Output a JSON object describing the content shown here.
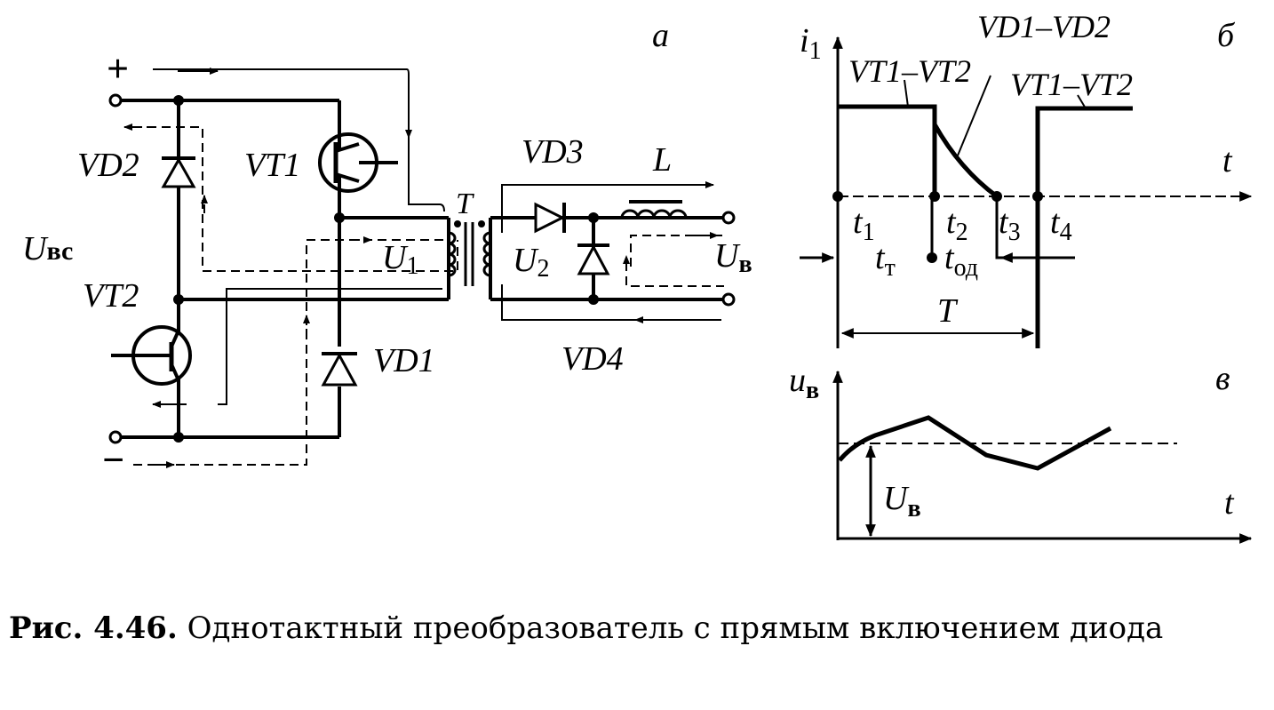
{
  "figure": {
    "panel_a": "a",
    "panel_b": "б",
    "panel_c": "в"
  },
  "circuit": {
    "plus": "+",
    "minus": "−",
    "input_voltage": "U",
    "input_voltage_sub": "вс",
    "vt1": "VT1",
    "vt2": "VT2",
    "vd1": "VD1",
    "vd2": "VD2",
    "vd3": "VD3",
    "vd4": "VD4",
    "transformer": "T",
    "inductor": "L",
    "u1": "U",
    "u1_sub": "1",
    "u2": "U",
    "u2_sub": "2",
    "output_voltage": "U",
    "output_voltage_sub": "в"
  },
  "timing_b": {
    "y_axis": "i",
    "y_axis_sub": "1",
    "x_axis": "t",
    "label_vt_left": "VT1–VT2",
    "label_vd": "VD1–VD2",
    "label_vt_right": "VT1–VT2",
    "t1": "t",
    "t1_sub": "1",
    "t2": "t",
    "t2_sub": "2",
    "t3": "t",
    "t3_sub": "3",
    "t4": "t",
    "t4_sub": "4",
    "tt": "t",
    "tt_sub": "т",
    "tod": "t",
    "tod_sub": "од",
    "period": "T"
  },
  "timing_c": {
    "y_axis": "u",
    "y_axis_sub": "в",
    "x_axis": "t",
    "level": "U",
    "level_sub": "в"
  },
  "caption": {
    "number": "Рис. 4.46.",
    "text": " Однотактный преобразователь с прямым включением диода"
  }
}
